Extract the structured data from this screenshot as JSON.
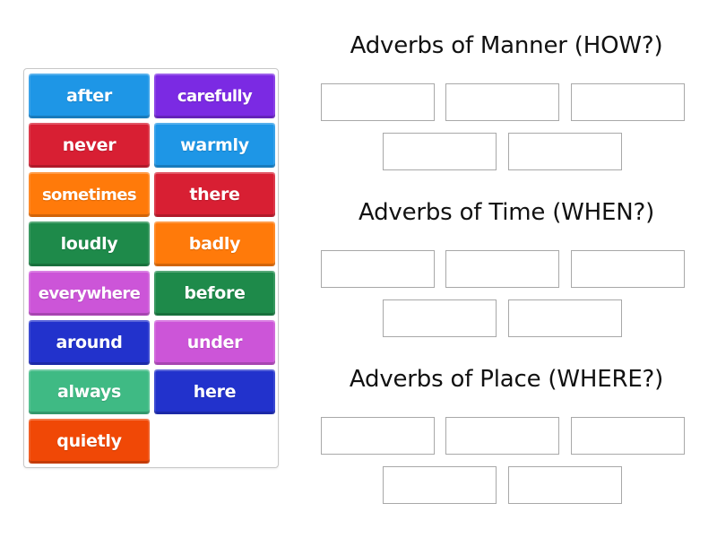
{
  "activity": {
    "type": "group-sort"
  },
  "tile_bank": {
    "tiles": [
      {
        "label": "after",
        "color": "#1e96e6"
      },
      {
        "label": "carefully",
        "color": "#7b2ae3"
      },
      {
        "label": "never",
        "color": "#d81f33"
      },
      {
        "label": "warmly",
        "color": "#1e96e6"
      },
      {
        "label": "sometimes",
        "color": "#ff7a0a"
      },
      {
        "label": "there",
        "color": "#d81f33"
      },
      {
        "label": "loudly",
        "color": "#1e8a4a"
      },
      {
        "label": "badly",
        "color": "#ff7a0a"
      },
      {
        "label": "everywhere",
        "color": "#cc55d8"
      },
      {
        "label": "before",
        "color": "#1e8a4a"
      },
      {
        "label": "around",
        "color": "#2232cc"
      },
      {
        "label": "under",
        "color": "#cc55d8"
      },
      {
        "label": "always",
        "color": "#3fba84"
      },
      {
        "label": "here",
        "color": "#2232cc"
      },
      {
        "label": "quietly",
        "color": "#f04806"
      }
    ]
  },
  "groups": [
    {
      "title": "Adverbs of Manner (HOW?)",
      "slots": 5
    },
    {
      "title": "Adverbs of Time (WHEN?)",
      "slots": 5
    },
    {
      "title": "Adverbs of Place (WHERE?)",
      "slots": 5
    }
  ]
}
